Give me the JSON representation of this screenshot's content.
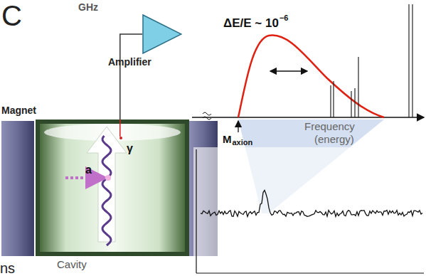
{
  "diagram": {
    "nodes": [
      {
        "text": [
          "Cavity"
        ]
      },
      {
        "text": [
          "Amplifier"
        ]
      }
    ],
    "edges": [
      {
        "from": 0,
        "to": 1,
        "arrow": "none"
      }
    ],
    "labels": [
      "C",
      "GHz",
      "Magnet",
      "a",
      "γ",
      "ΔE/E ~ 10",
      "−6",
      "M",
      "axion",
      "Frequency",
      "(energy)",
      "ns"
    ]
  }
}
